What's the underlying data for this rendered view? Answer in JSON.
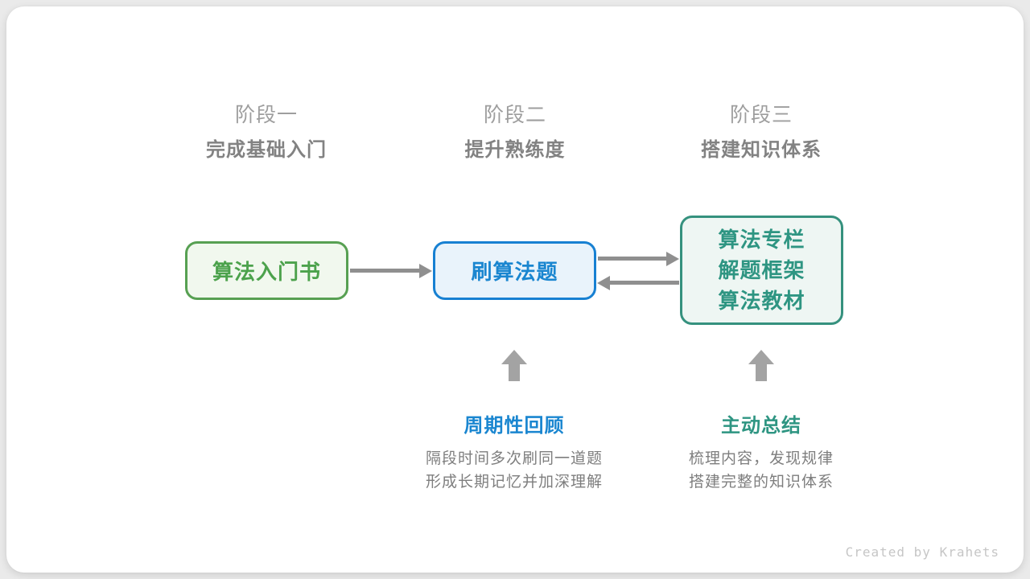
{
  "canvas": {
    "background": "#eaeaea",
    "card_background": "#ffffff"
  },
  "stages": [
    {
      "title": "阶段一",
      "subtitle": "完成基础入门"
    },
    {
      "title": "阶段二",
      "subtitle": "提升熟练度"
    },
    {
      "title": "阶段三",
      "subtitle": "搭建知识体系"
    }
  ],
  "nodes": {
    "intro_book": {
      "label": "算法入门书",
      "border_color": "#57a052",
      "text_color": "#4ca24c",
      "fill_color": "#f1f8ee"
    },
    "practice": {
      "label": "刷算法题",
      "border_color": "#1780d2",
      "text_color": "#1a86d0",
      "fill_color": "#e9f3fb"
    },
    "knowledge": {
      "lines": [
        "算法专栏",
        "解题框架",
        "算法教材"
      ],
      "border_color": "#35917e",
      "text_color": "#2e9582",
      "fill_color": "#eef6f3"
    }
  },
  "annotations": {
    "review": {
      "label": "周期性回顾",
      "color": "#1a86d0",
      "desc": [
        "隔段时间多次刷同一道题",
        "形成长期记忆并加深理解"
      ]
    },
    "summarize": {
      "label": "主动总结",
      "color": "#2e9582",
      "desc": [
        "梳理内容，发现规律",
        "搭建完整的知识体系"
      ]
    }
  },
  "arrows": {
    "flow_color": "#8f8f8f",
    "up_color": "#a3a3a3"
  },
  "footer": {
    "credit": "Created by Krahets",
    "color": "#c6c6c6"
  }
}
